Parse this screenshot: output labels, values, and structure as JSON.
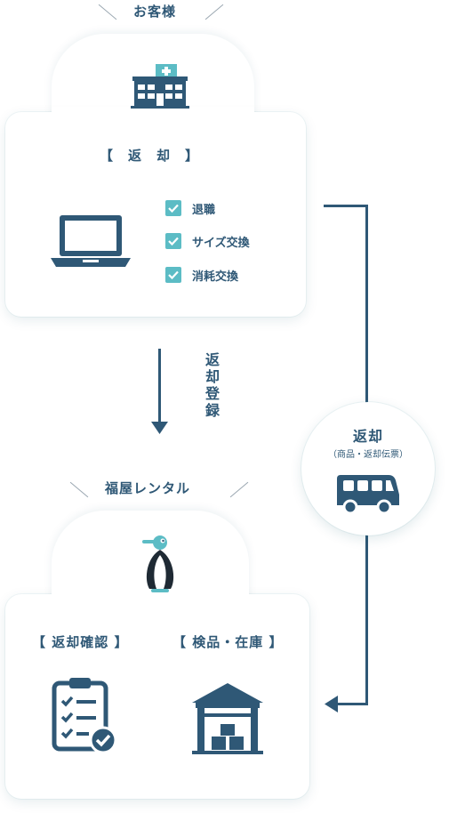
{
  "customer": {
    "heading": "お客様",
    "card_title": "【　返　却　】",
    "checklist": [
      {
        "label": "退職"
      },
      {
        "label": "サイズ交換"
      },
      {
        "label": "消耗交換"
      }
    ]
  },
  "flow": {
    "down_label": "返却登録"
  },
  "return_badge": {
    "title": "返却",
    "subtitle": "（商品・返却伝票）"
  },
  "company": {
    "heading": "福屋レンタル",
    "step1": "【 返却確認 】",
    "step2": "【 検品・在庫 】"
  },
  "colors": {
    "primary": "#2f5876",
    "accent": "#5cbcc5"
  }
}
